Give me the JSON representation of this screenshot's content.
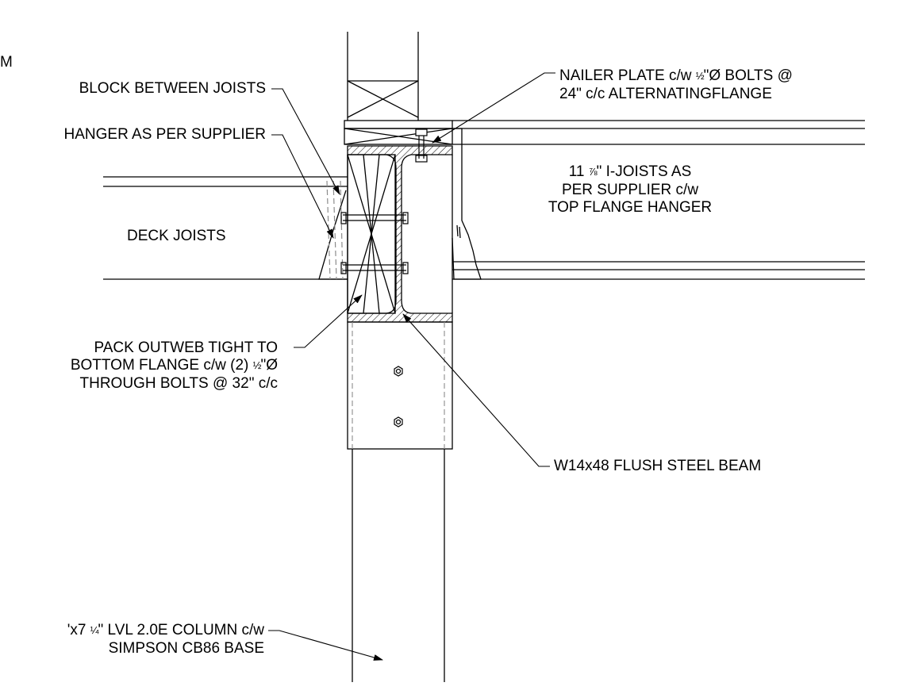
{
  "colors": {
    "ink": "#000000",
    "paper": "#ffffff",
    "hidden": "#8c8c8c"
  },
  "labels": {
    "corner_fragment": "M",
    "block_between_joists": "BLOCK BETWEEN JOISTS",
    "hanger_as_per_supplier": "HANGER AS PER SUPPLIER",
    "deck_joists": "DECK JOISTS",
    "nailer_plate": {
      "line1_pre": "NAILER PLATE c/w ",
      "line1_frac": "½",
      "line1_post": "\"Ø BOLTS @",
      "line2": "24\" c/c ALTERNATINGFLANGE"
    },
    "i_joists": {
      "line1_pre": "11 ",
      "line1_frac": "⅞",
      "line1_post": "\" I-JOISTS AS",
      "line2": "PER SUPPLIER c/w",
      "line3": "TOP FLANGE HANGER"
    },
    "pack_outweb": {
      "line1": "PACK OUTWEB TIGHT TO",
      "line2_pre": "BOTTOM FLANGE c/w (2) ",
      "line2_frac": "½",
      "line2_post": "\"Ø",
      "line3": "THROUGH BOLTS @ 32\" c/c"
    },
    "steel_beam": "W14x48 FLUSH STEEL BEAM",
    "lvl_column": {
      "line1_pre": "'x7 ",
      "line1_frac": "¼",
      "line1_post": "\" LVL 2.0E COLUMN c/w",
      "line2": "SIMPSON CB86 BASE"
    }
  }
}
